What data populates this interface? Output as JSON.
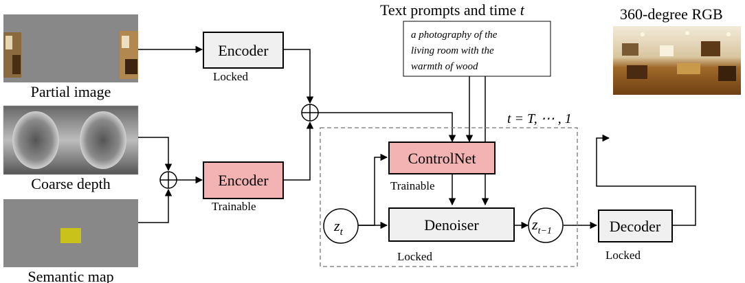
{
  "inputs": {
    "partial_image": "Partial image",
    "coarse_depth": "Coarse depth",
    "semantic_map": "Semantic map"
  },
  "encoders": {
    "top_label": "Encoder",
    "top_status": "Locked",
    "bottom_label": "Encoder",
    "bottom_status": "Trainable"
  },
  "prompt": {
    "heading_text": "Text prompts and time ",
    "heading_var": "t",
    "lines": [
      "a photography of the",
      "living room with the",
      "warmth of wood"
    ]
  },
  "loop": {
    "label": "t = T, ⋯ , 1"
  },
  "controlnet": {
    "label": "ControlNet",
    "status": "Trainable"
  },
  "denoiser": {
    "label": "Denoiser",
    "status": "Locked"
  },
  "latents": {
    "zt": "z",
    "zt_sub": "t",
    "zt1": "z",
    "zt1_sub": "t−1"
  },
  "decoder": {
    "label": "Decoder",
    "status": "Locked"
  },
  "output": {
    "label": "360-degree RGB"
  },
  "colors": {
    "locked_fill": "#f0f0f0",
    "trainable_fill": "#f3b3b3",
    "semantic_patch": "#c9c21a",
    "gray_canvas": "#888888"
  }
}
